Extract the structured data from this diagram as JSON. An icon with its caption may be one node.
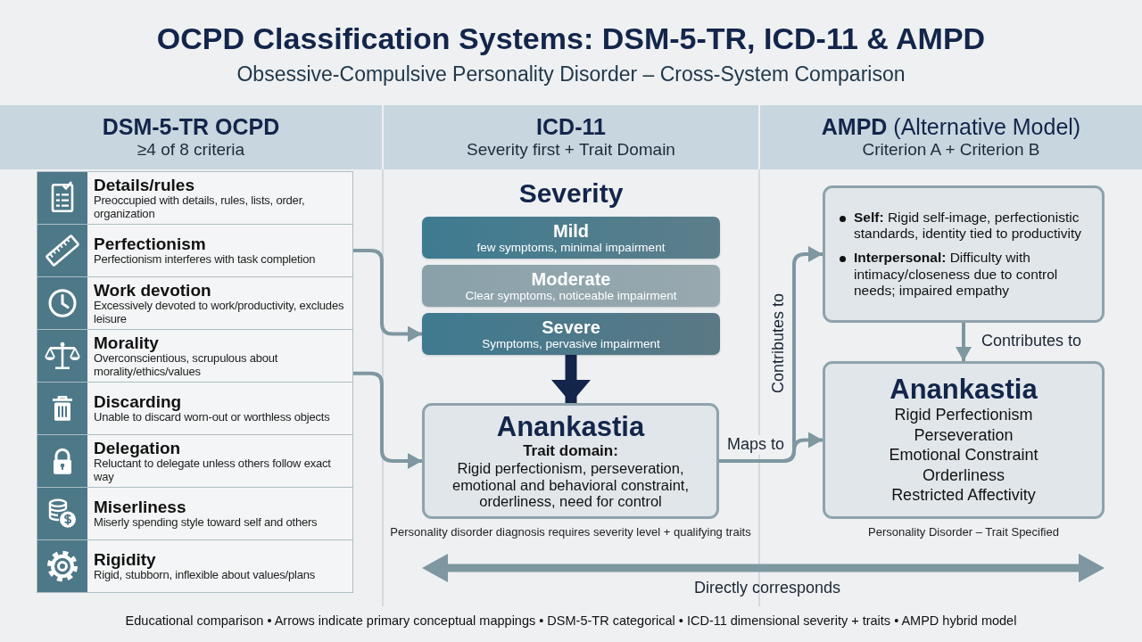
{
  "diagram": {
    "title": "OCPD Classification Systems: DSM-5-TR, ICD-11 & AMPD",
    "caption": "Educational comparison • Arrows indicate primary conceptual mappings • DSM-5-TR categorical • ICD-11 dimensional severity + traits • AMPD hybrid model",
    "nodes": [
      {
        "text": [
          "DSM-5-TR OCPD",
          "≥4 of 8 criteria"
        ]
      },
      {
        "text": [
          "ICD-11",
          "Severity first + Trait Domain"
        ]
      },
      {
        "text": [
          "**AMPD** (Alternative Model)",
          "Criterion A + Criterion B"
        ]
      },
      {
        "text": [
          "Details/rules",
          "Preoccupied with details, rules, lists, order, organization"
        ]
      },
      {
        "text": [
          "Perfectionism",
          "Perfectionism interferes with task completion"
        ]
      },
      {
        "text": [
          "Work devotion",
          "Excessively devoted to work/productivity, excludes leisure"
        ]
      },
      {
        "text": [
          "Morality",
          "Overconscientious, scrupulous about morality/ethics/values"
        ]
      },
      {
        "text": [
          "Discarding",
          "Unable to discard worn-out or worthless objects"
        ]
      },
      {
        "text": [
          "Delegation",
          "Reluctant to delegate unless others follow exact way"
        ]
      },
      {
        "text": [
          "Miserliness",
          "Miserly spending style toward self and others"
        ]
      },
      {
        "text": [
          "Rigidity",
          "Rigid, stubborn, inflexible about values/plans"
        ]
      },
      {
        "text": [
          "Mild",
          "few symptoms, minimal impairment"
        ]
      },
      {
        "text": [
          "Moderate",
          "Clear symptoms, noticeable impairment"
        ]
      },
      {
        "text": [
          "Severe",
          "Symptoms, pervasive impairment"
        ]
      },
      {
        "text": [
          "Anankastia",
          "Trait domain:",
          "Rigid perfectionism, perseveration, emotional and behavioral constraint, orderliness, need for control"
        ],
        "beside": [
          "Personality disorder diagnosis requires severity level + qualifying traits"
        ]
      },
      {
        "text": [
          "**Self:** Rigid self-image, perfectionistic standards, identity tied to productivity",
          "**Interpersonal:** Difficulty with intimacy/closeness due to control needs; impaired empathy"
        ]
      },
      {
        "text": [
          "Anankastia",
          "Rigid Perfectionism",
          "Perseveration",
          "Emotional Constraint",
          "Orderliness",
          "Restricted Affectivity"
        ],
        "beside": [
          "Personality Disorder – Trait Specified"
        ]
      }
    ],
    "edges": [
      {
        "from": 4,
        "to": 13,
        "arrow": "to"
      },
      {
        "from": 6,
        "to": 14,
        "arrow": "to"
      },
      {
        "from": 13,
        "to": 14,
        "arrow": "to",
        "style": "thick",
        "color": "#13254a"
      },
      {
        "from": 15,
        "to": 16,
        "arrow": "to",
        "label": "Contributes to"
      },
      {
        "from": 14,
        "to": 16,
        "arrow": "to",
        "label": "Maps to"
      },
      {
        "from": 14,
        "to": 15,
        "arrow": "to",
        "label": "Contributes to"
      }
    ],
    "labels": [
      "Obsessive-Compulsive Personality Disorder – Cross-System Comparison",
      "Severity",
      "Directly corresponds"
    ]
  }
}
